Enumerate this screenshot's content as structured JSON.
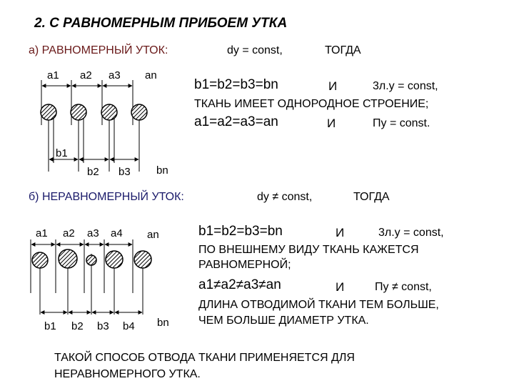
{
  "heading": "2. С РАВНОМЕРНЫМ ПРИБОЕМ УТКА",
  "section_a": {
    "label": "а) РАВНОМЕРНЫЙ УТОК:",
    "condition": "dy = const,",
    "then": "ТОГДА",
    "line1_formula": "b1=b2=b3=bn",
    "line1_and": "И",
    "line1_value": "3л.у = const,",
    "line2": "ТКАНЬ ИМЕЕТ ОДНОРОДНОЕ СТРОЕНИЕ;",
    "line3_formula": "а1=а2=а3=аn",
    "line3_and": "И",
    "line3_value": "Пу = const.",
    "diagram": {
      "a_labels": [
        "а1",
        "а2",
        "а3",
        "аn"
      ],
      "b_labels": [
        "b1",
        "b2",
        "b3",
        "bn"
      ]
    }
  },
  "section_b": {
    "label": "б) НЕРАВНОМЕРНЫЙ УТОК:",
    "condition": "dy ≠ const,",
    "then": "ТОГДА",
    "line1_formula": "b1=b2=b3=bn",
    "line1_and": "И",
    "line1_value": "3л.у = const,",
    "line2": "ПО ВНЕШНЕМУ ВИДУ ТКАНЬ КАЖЕТСЯ",
    "line3": "РАВНОМЕРНОЙ;",
    "line4_formula": "а1≠а2≠а3≠аn",
    "line4_and": "И",
    "line4_value": "Пу ≠ const,",
    "line5": "ДЛИНА ОТВОДИМОЙ ТКАНИ ТЕМ БОЛЬШЕ,",
    "line6": "ЧЕМ БОЛЬШЕ ДИАМЕТР УТКА.",
    "diagram": {
      "a_labels": [
        "а1",
        "а2",
        "а3",
        "а4",
        "аn"
      ],
      "b_labels": [
        "b1",
        "b2",
        "b3",
        "b4",
        "bn"
      ]
    }
  },
  "conclusion": {
    "line1": "ТАКОЙ СПОСОБ ОТВОДА ТКАНИ ПРИМЕНЯЕТСЯ ДЛЯ",
    "line2": "НЕРАВНОМЕРНОГО УТКА."
  }
}
